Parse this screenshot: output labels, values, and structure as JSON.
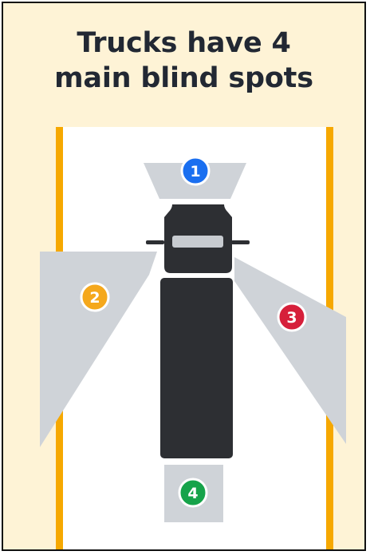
{
  "title": {
    "line1": "Trucks have 4",
    "line2": "main blind spots"
  },
  "blind_spots": [
    {
      "number": "1",
      "position": "front",
      "color": "#1a6ff0"
    },
    {
      "number": "2",
      "position": "left side",
      "color": "#f5a81c"
    },
    {
      "number": "3",
      "position": "right side",
      "color": "#d61f3a"
    },
    {
      "number": "4",
      "position": "rear",
      "color": "#16a34a"
    }
  ],
  "colors": {
    "background": "#fef3d6",
    "road": "#ffffff",
    "lane_line": "#f6a800",
    "zone": "#cfd3d8",
    "truck": "#2d2f33",
    "title": "#222833"
  }
}
